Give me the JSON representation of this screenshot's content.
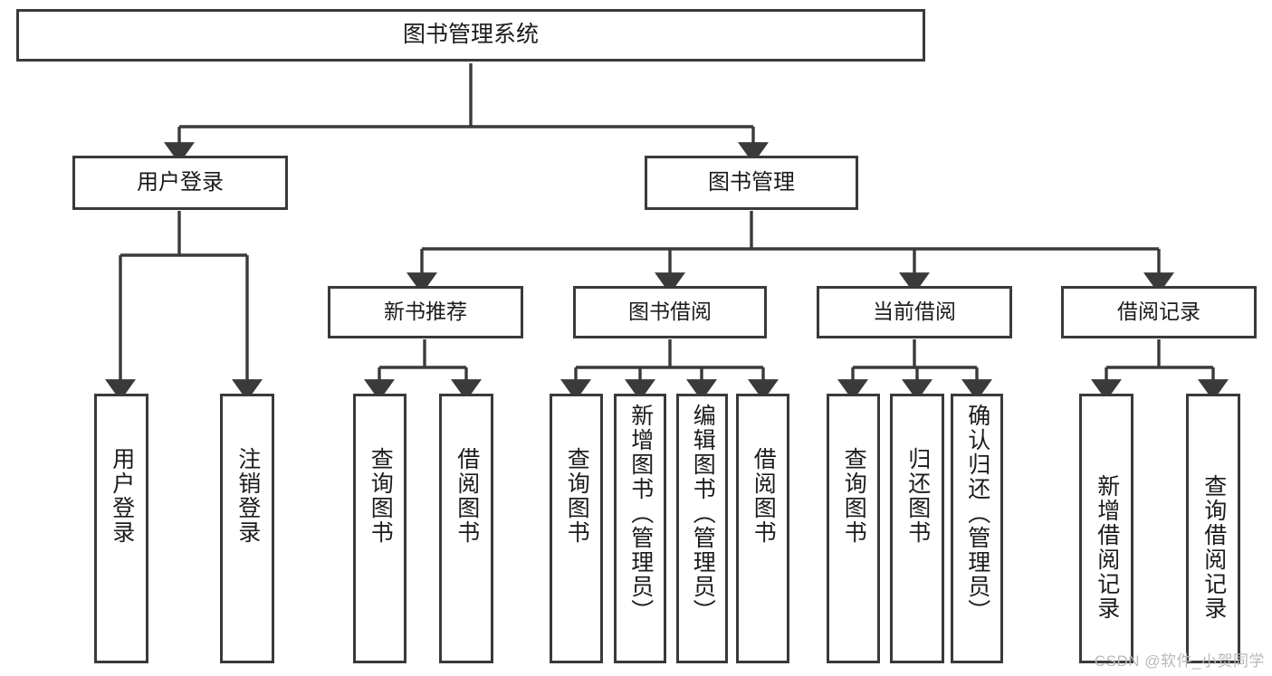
{
  "diagram": {
    "title": "图书管理系统",
    "type": "tree-hierarchy-diagram",
    "root": {
      "label": "图书管理系统"
    },
    "level1": [
      {
        "label": "用户登录"
      },
      {
        "label": "图书管理"
      }
    ],
    "level2": [
      {
        "label": "新书推荐"
      },
      {
        "label": "图书借阅"
      },
      {
        "label": "当前借阅"
      },
      {
        "label": "借阅记录"
      }
    ],
    "leaves": [
      {
        "label": "用户登录"
      },
      {
        "label": "注销登录"
      },
      {
        "label": "查询图书"
      },
      {
        "label": "借阅图书"
      },
      {
        "label": "查询图书"
      },
      {
        "label": "新增图书（管理员）"
      },
      {
        "label": "编辑图书（管理员）"
      },
      {
        "label": "借阅图书"
      },
      {
        "label": "查询图书"
      },
      {
        "label": "归还图书"
      },
      {
        "label": "确认归还（管理员）"
      },
      {
        "label": "新增借阅记录"
      },
      {
        "label": "查询借阅记录"
      }
    ]
  },
  "watermark": {
    "text": "CSDN @软件_小贺同学"
  },
  "colors": {
    "stroke": "#3a3a3a",
    "text": "#1b1b1b",
    "background": "#ffffff",
    "watermark": "#b9b9b9"
  }
}
